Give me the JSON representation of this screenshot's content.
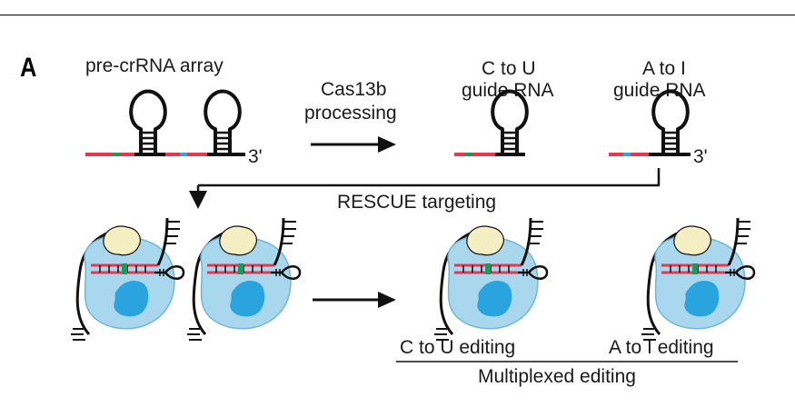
{
  "panel_label": "A",
  "stage_top": {
    "array_label": "pre-crRNA array",
    "processing_line1": "Cas13b",
    "processing_line2": "processing",
    "c_to_u_line1": "C to U",
    "c_to_u_line2": "guide RNA",
    "a_to_i_line1": "A to I",
    "a_to_i_line2": "guide RNA",
    "three_prime_array": "3'",
    "three_prime_ai": "3'"
  },
  "targeting_label": "RESCUE targeting",
  "stage_bottom": {
    "c_to_u_editing": "C to U editing",
    "a_to_i_editing": "A to I editing",
    "multiplexed": "Multiplexed editing"
  },
  "colors": {
    "rna_red": "#e8384f",
    "rna_green": "#1a9a5a",
    "rna_blue": "#29a8e0",
    "protein_light_blue": "#a9d8ee",
    "protein_blue": "#29a4df",
    "deaminase_yellow": "#f3efc2",
    "outline": "#111111"
  }
}
